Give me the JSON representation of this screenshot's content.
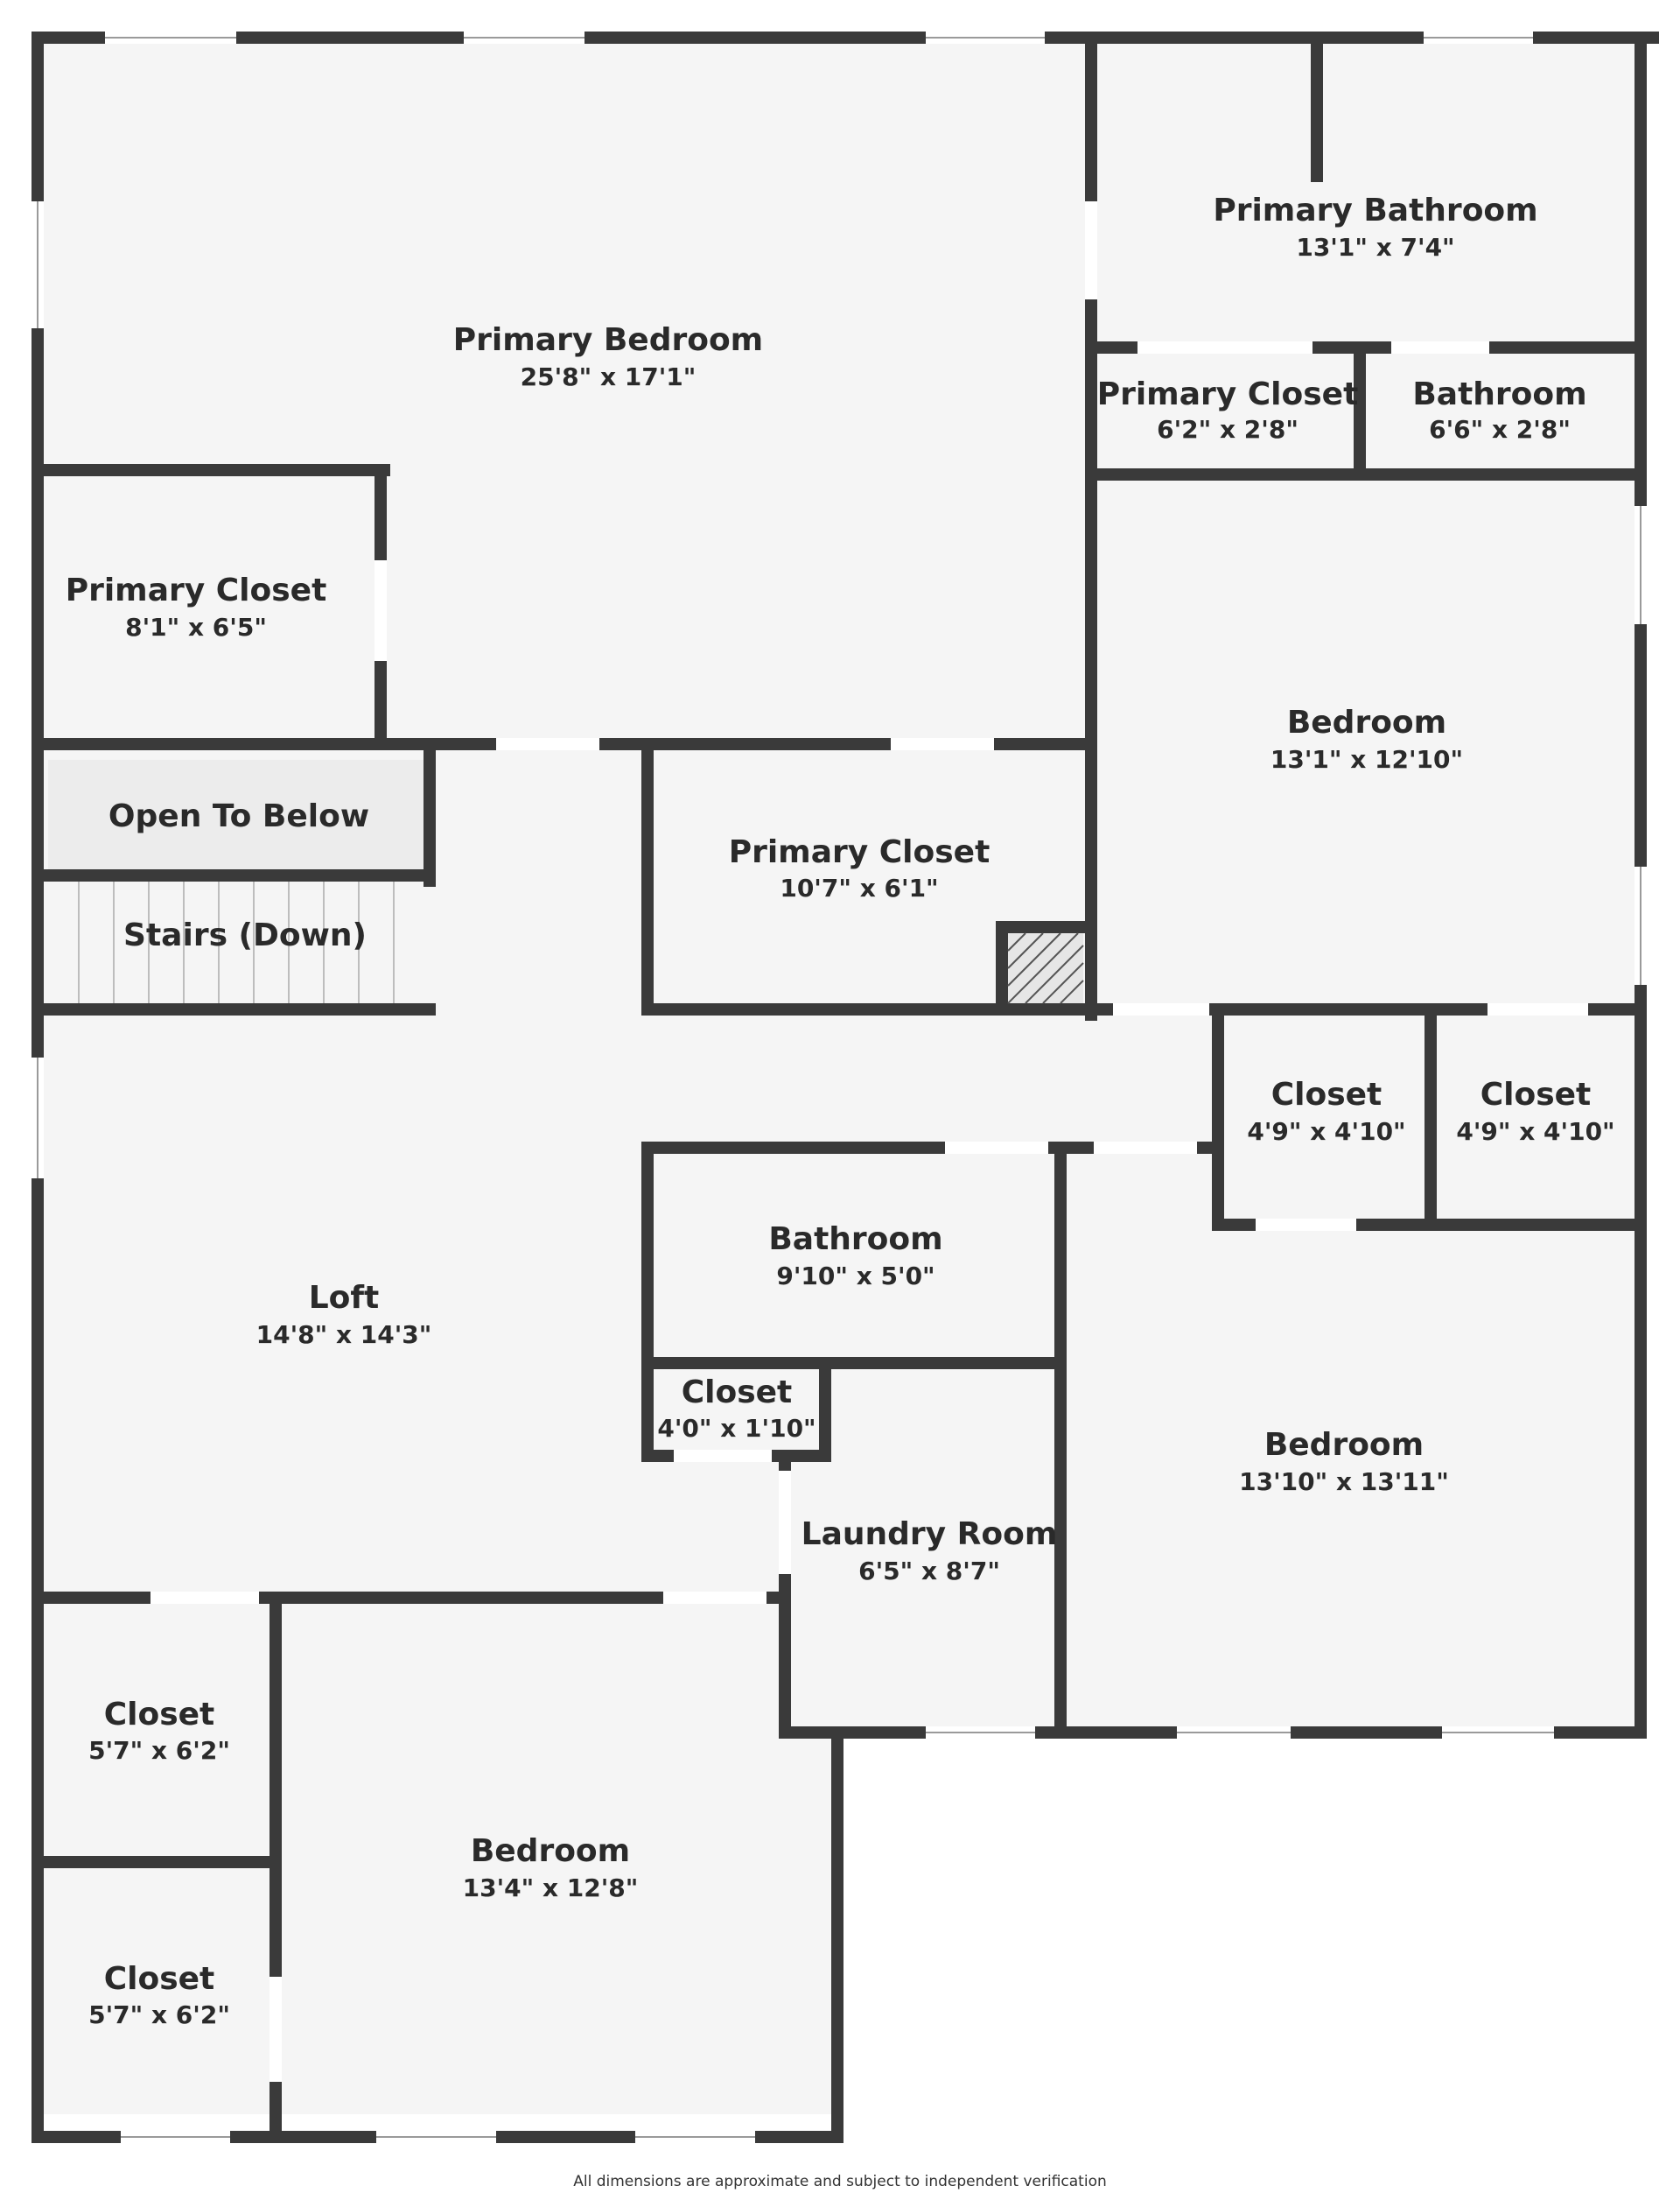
{
  "rooms": {
    "primary_bedroom": {
      "name": "Primary Bedroom",
      "dim": "25'8\" x 17'1\""
    },
    "primary_bathroom": {
      "name": "Primary Bathroom",
      "dim": "13'1\" x 7'4\""
    },
    "primary_closet_small": {
      "name": "Primary Closet",
      "dim": "6'2\" x 2'8\""
    },
    "bathroom_small": {
      "name": "Bathroom",
      "dim": "6'6\" x 2'8\""
    },
    "primary_closet_left": {
      "name": "Primary Closet",
      "dim": "8'1\" x 6'5\""
    },
    "bedroom_right_upper": {
      "name": "Bedroom",
      "dim": "13'1\" x 12'10\""
    },
    "open_to_below": {
      "name": "Open To Below"
    },
    "primary_closet_center": {
      "name": "Primary Closet",
      "dim": "10'7\" x 6'1\""
    },
    "stairs": {
      "name": "Stairs (Down)"
    },
    "closet_a": {
      "name": "Closet",
      "dim": "4'9\" x 4'10\""
    },
    "closet_b": {
      "name": "Closet",
      "dim": "4'9\" x 4'10\""
    },
    "bathroom_center": {
      "name": "Bathroom",
      "dim": "9'10\" x 5'0\""
    },
    "loft": {
      "name": "Loft",
      "dim": "14'8\" x 14'3\""
    },
    "closet_small": {
      "name": "Closet",
      "dim": "4'0\" x 1'10\""
    },
    "bedroom_right_lower": {
      "name": "Bedroom",
      "dim": "13'10\" x 13'11\""
    },
    "laundry": {
      "name": "Laundry Room",
      "dim": "6'5\" x 8'7\""
    },
    "closet_left_1": {
      "name": "Closet",
      "dim": "5'7\" x 6'2\""
    },
    "closet_left_2": {
      "name": "Closet",
      "dim": "5'7\" x 6'2\""
    },
    "bedroom_bottom": {
      "name": "Bedroom",
      "dim": "13'4\" x 12'8\""
    }
  },
  "footer": {
    "disclaimer": "All dimensions are approximate and subject to independent verification"
  }
}
